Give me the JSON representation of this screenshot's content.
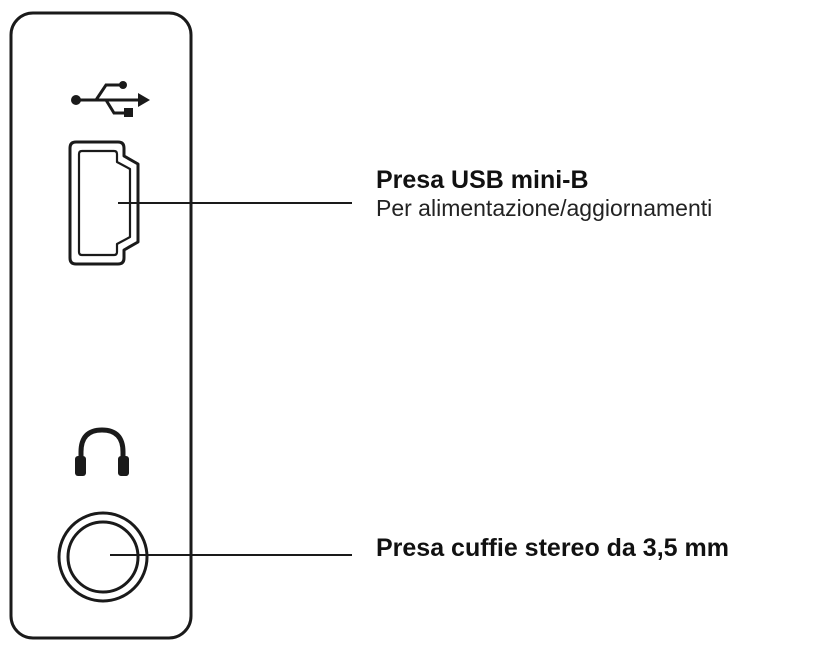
{
  "colors": {
    "stroke": "#1a1a1a",
    "background": "#ffffff"
  },
  "callouts": {
    "usb": {
      "title": "Presa USB mini-B",
      "subtitle": "Per alimentazione/aggiornamenti"
    },
    "audio": {
      "title": "Presa cuffie stereo da 3,5 mm"
    }
  },
  "icons": {
    "usb_symbol": "usb-icon",
    "headphone_symbol": "headphones-icon"
  }
}
